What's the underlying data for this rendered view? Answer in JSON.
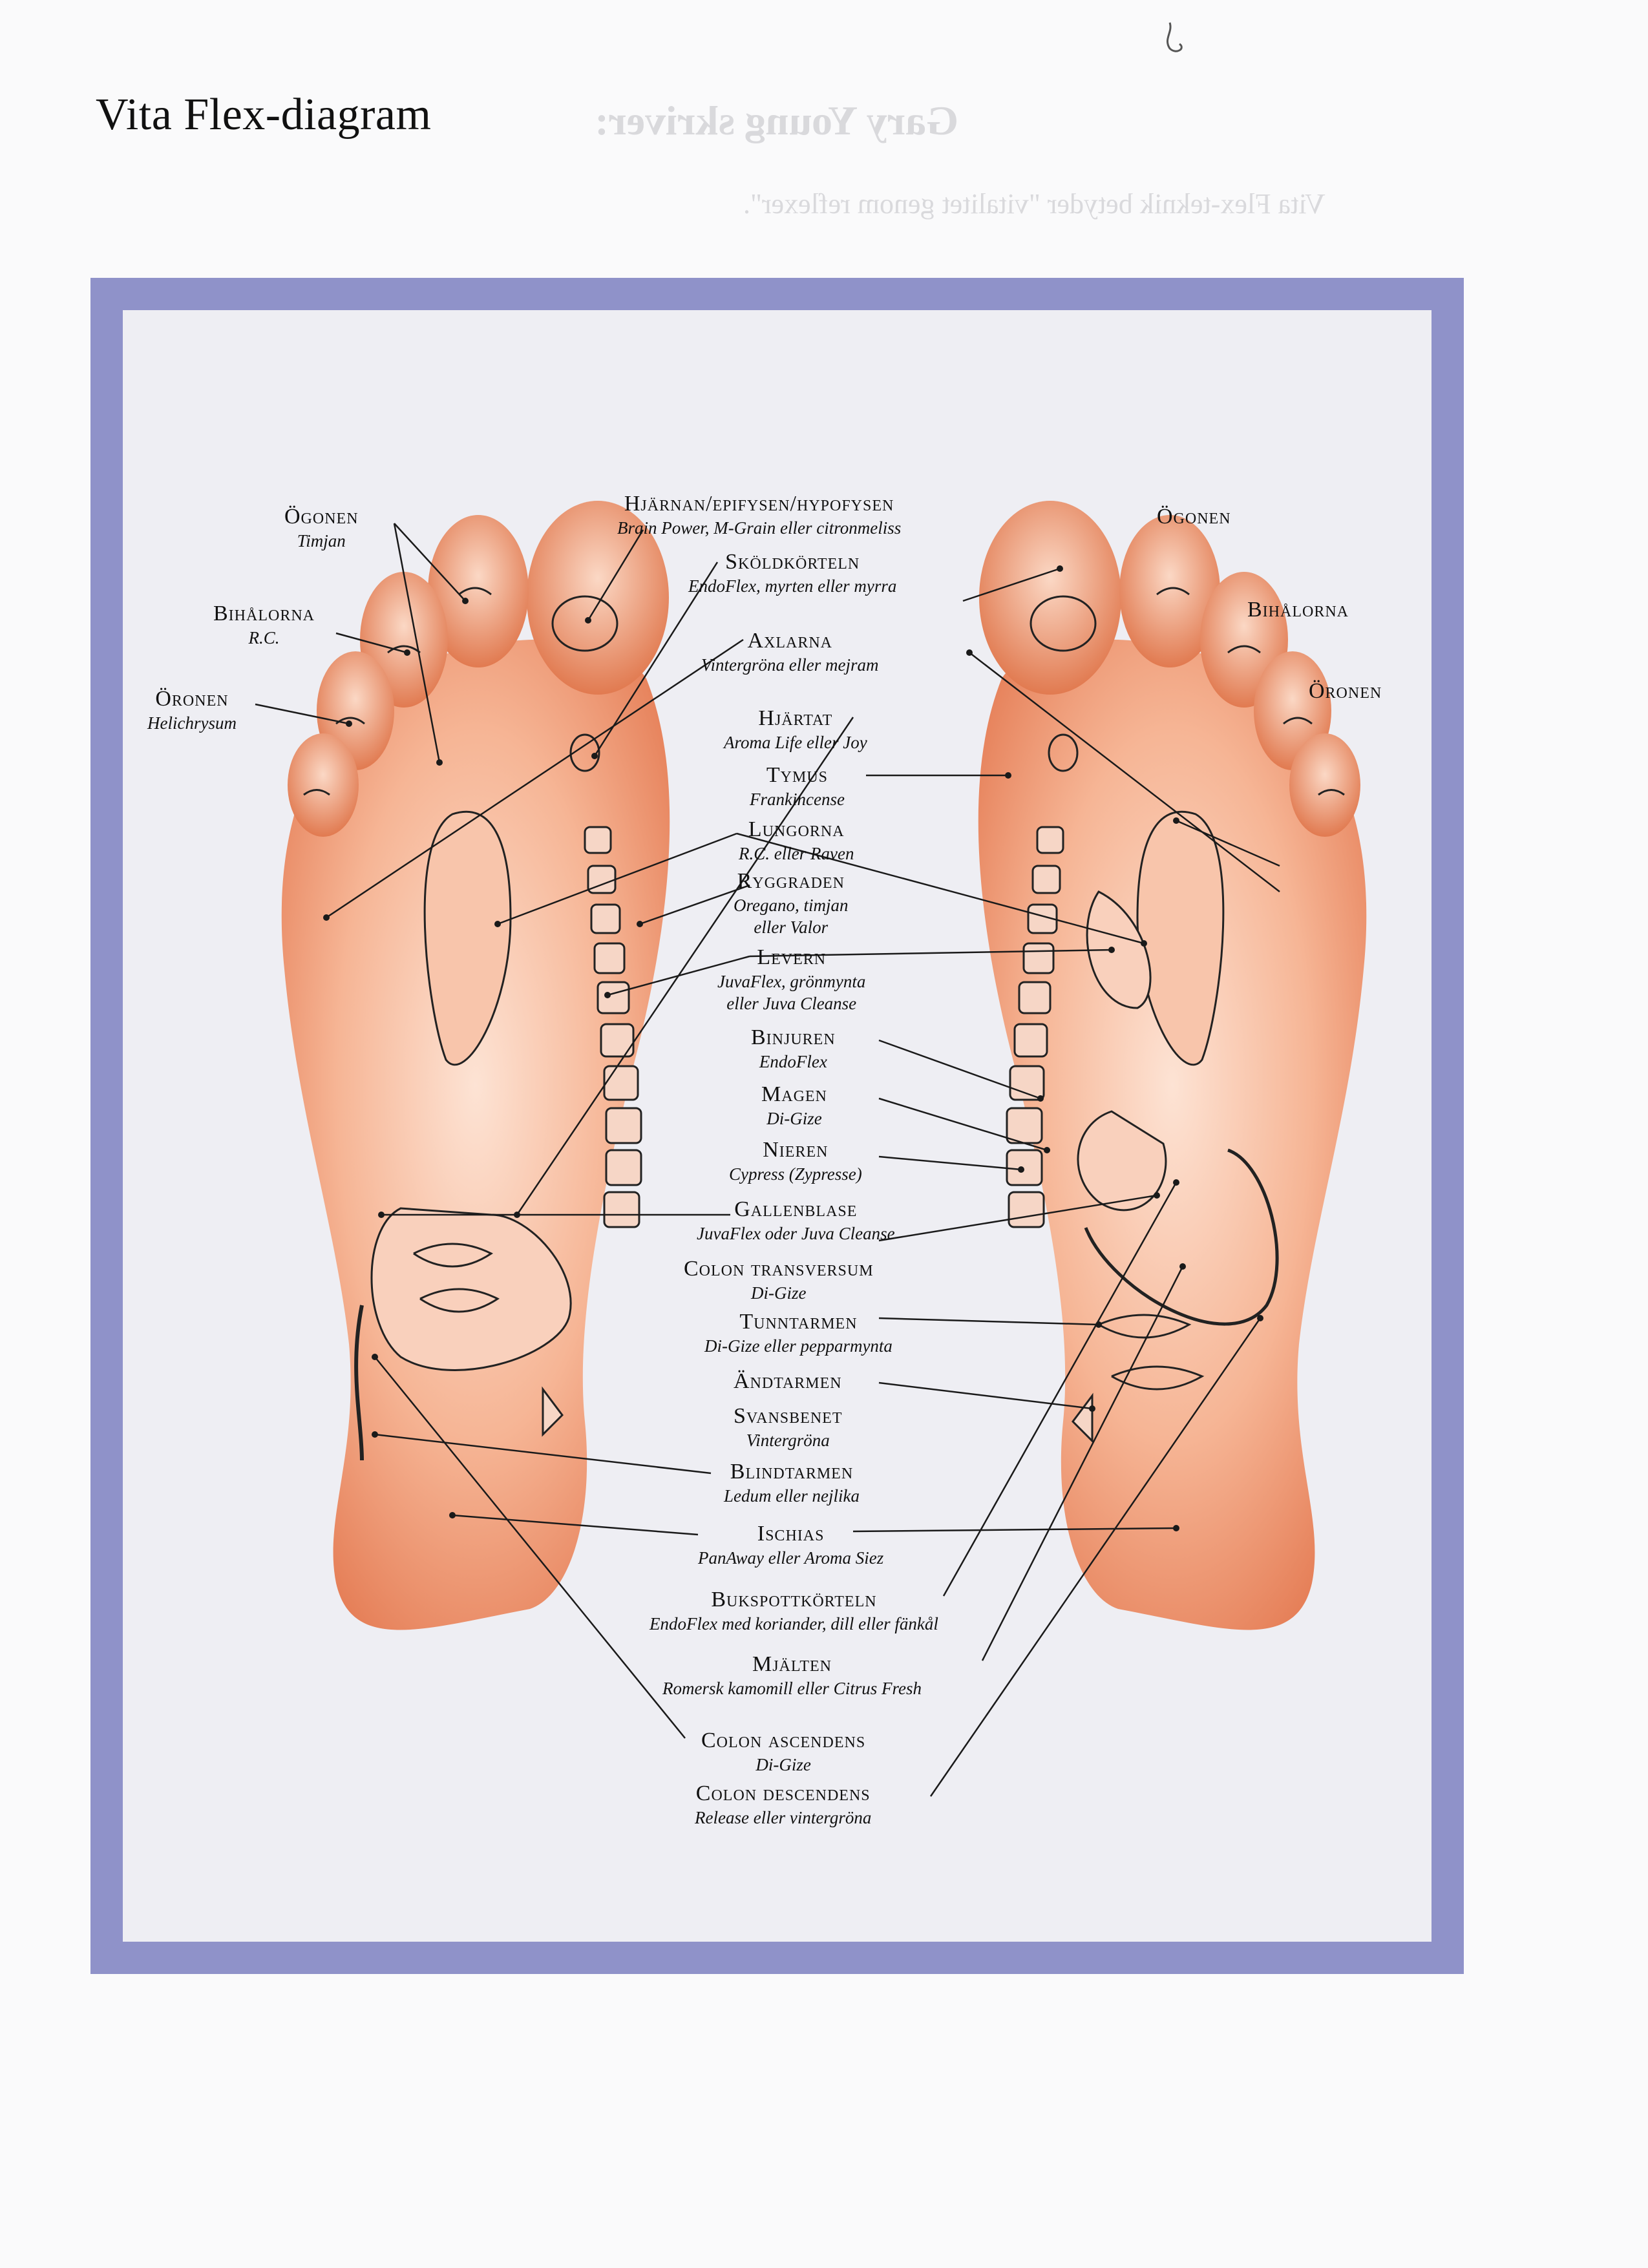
{
  "title": "Vita Flex-diagram",
  "bleed_through": {
    "heading": "Gary Young skriver:",
    "lines": [
      "Vita Flex-teknik betyder \"vitalitet genom reflexer\"."
    ]
  },
  "labels": {
    "ogonen_left": {
      "name": "Ögonen",
      "sub": "Timjan"
    },
    "bihalorna_left": {
      "name": "Bihålorna",
      "sub": "R.C."
    },
    "oronen_left": {
      "name": "Öronen",
      "sub": "Helichrysum"
    },
    "ogonen_right": {
      "name": "Ögonen"
    },
    "bihalorna_right": {
      "name": "Bihålorna"
    },
    "oronen_right": {
      "name": "Öronen"
    },
    "hjarnan": {
      "name": "Hjärnan/epifysen/hypofysen",
      "sub": "Brain Power, M-Grain eller citronmeliss"
    },
    "skoldkorteln": {
      "name": "Sköldkörteln",
      "sub": "EndoFlex, myrten eller myrra"
    },
    "axlarna": {
      "name": "Axlarna",
      "sub": "Vintergröna eller mejram"
    },
    "hjartat": {
      "name": "Hjärtat",
      "sub": "Aroma Life eller Joy"
    },
    "tymus": {
      "name": "Tymus",
      "sub": "Frankincense"
    },
    "lungorna": {
      "name": "Lungorna",
      "sub": "R.C. eller Raven"
    },
    "ryggraden": {
      "name": "Ryggraden",
      "sub1": "Oregano, timjan",
      "sub2": "eller Valor"
    },
    "levern": {
      "name": "Levern",
      "sub1": "JuvaFlex, grönmynta",
      "sub2": "eller Juva Cleanse"
    },
    "binjuren": {
      "name": "Binjuren",
      "sub": "EndoFlex"
    },
    "magen": {
      "name": "Magen",
      "sub": "Di-Gize"
    },
    "nieren": {
      "name": "Nieren",
      "sub": "Cypress (Zypresse)"
    },
    "gallenblase": {
      "name": "Gallenblase",
      "sub": "JuvaFlex oder Juva Cleanse"
    },
    "colon_transversum": {
      "name": "Colon transversum",
      "sub": "Di-Gize"
    },
    "tunntarmen": {
      "name": "Tunntarmen",
      "sub": "Di-Gize eller pepparmynta"
    },
    "andtarmen": {
      "name": "Ändtarmen"
    },
    "svansbenet": {
      "name": "Svansbenet",
      "sub": "Vintergröna"
    },
    "blindtarmen": {
      "name": "Blindtarmen",
      "sub": "Ledum eller nejlika"
    },
    "ischias": {
      "name": "Ischias",
      "sub": "PanAway eller Aroma Siez"
    },
    "bukspottkorteln": {
      "name": "Bukspottkörteln",
      "sub": "EndoFlex med koriander, dill eller fänkål"
    },
    "mjalten": {
      "name": "Mjälten",
      "sub": "Romersk kamomill eller Citrus Fresh"
    },
    "colon_ascendens": {
      "name": "Colon ascendens",
      "sub": "Di-Gize"
    },
    "colon_descendens": {
      "name": "Colon descendens",
      "sub": "Release eller vintergröna"
    }
  },
  "colors": {
    "frame": "#8f92c9",
    "skin": "#f2a07a",
    "skin_dark": "#e0784f",
    "line": "#1a1a1a"
  }
}
